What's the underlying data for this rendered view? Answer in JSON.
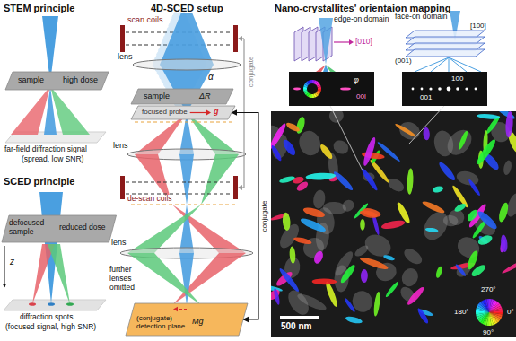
{
  "diagram": {
    "nodes": [
      {
        "text": [
          "sample",
          "high dose"
        ]
      },
      {
        "text": [
          "defocused sample",
          "reduced dose"
        ]
      },
      {
        "text": [
          "sample",
          "ΔR"
        ]
      },
      {
        "text": [
          "focused probe",
          "g"
        ]
      },
      {
        "text": [
          "(conjugate) detection plane",
          "Mg"
        ]
      }
    ],
    "edges": [
      {
        "from": 3,
        "to": 4,
        "arrow": "both",
        "label": "conjugate"
      }
    ],
    "labels": [
      "STEM principle",
      "far-field diffraction signal",
      "(spread, low SNR)",
      "SCED principle",
      "z",
      "diffraction spots",
      "(focused signal, high SNR)",
      "4D-SCED setup",
      "scan coils",
      "lens",
      "α",
      "lens",
      "de-scan coils",
      "conjugate",
      "lens",
      "further lenses omitted",
      "Nano-crystallites' orientaion mapping",
      "edge-on domain",
      "[010]",
      "φ",
      "00l",
      "face-on domain",
      "(001)",
      "[100]",
      "100",
      "001",
      "500 nm",
      "270°",
      "180°",
      "0°",
      "90°"
    ]
  }
}
